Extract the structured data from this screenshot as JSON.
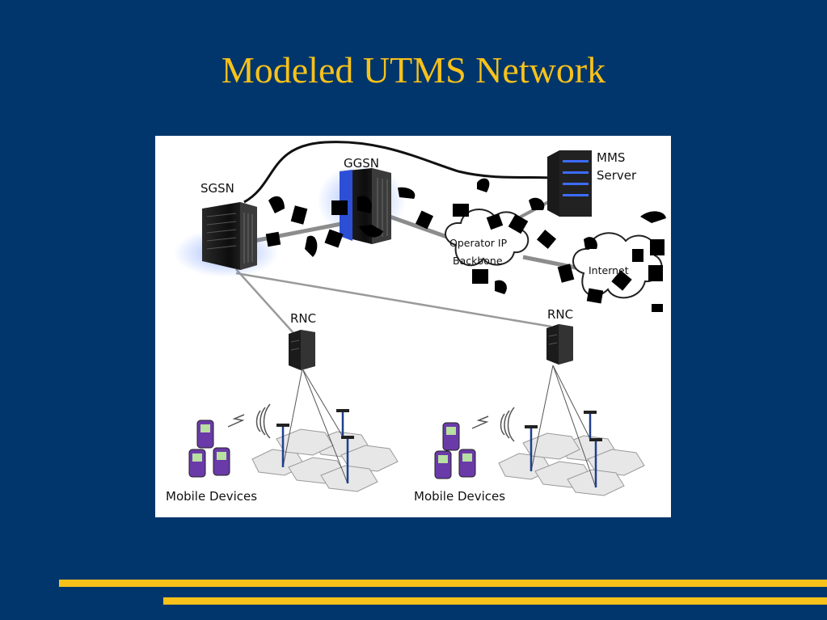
{
  "slide": {
    "title": "Modeled UTMS Network"
  },
  "diagram": {
    "nodes": {
      "sgsn": "SGSN",
      "ggsn": "GGSN",
      "mms_server_line1": "MMS",
      "mms_server_line2": "Server",
      "operator_backbone_line1": "Operator IP",
      "operator_backbone_line2": "Backbone",
      "internet": "Internet",
      "rnc_left": "RNC",
      "rnc_right": "RNC",
      "mobile_devices_left": "Mobile Devices",
      "mobile_devices_right": "Mobile Devices"
    }
  },
  "colors": {
    "background": "#00366b",
    "title": "#f8c21a",
    "accent_bars": "#f8c21a",
    "panel": "#ffffff"
  }
}
